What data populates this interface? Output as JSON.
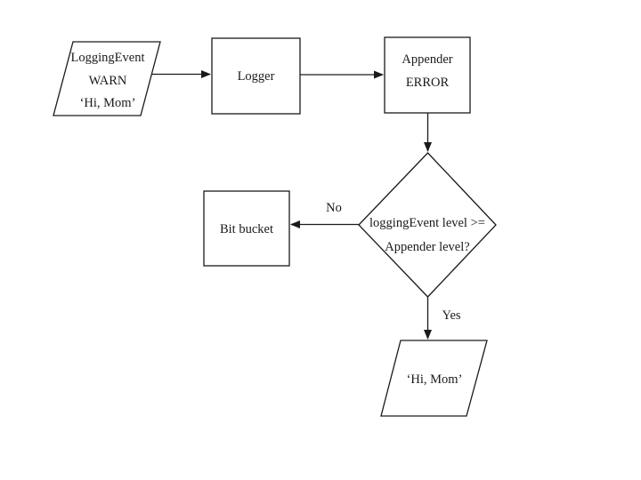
{
  "page": {
    "background_color": "#ffffff",
    "line_color": "#1a1a1a",
    "text_color": "#1a1a1a"
  },
  "nodes": {
    "logging_event": {
      "type": "parallelogram-io",
      "line1": "LoggingEvent",
      "line2": "WARN",
      "line3": "‘Hi, Mom’"
    },
    "logger": {
      "type": "process-rect",
      "label": "Logger"
    },
    "appender": {
      "type": "process-rect",
      "line1": "Appender",
      "line2": "ERROR"
    },
    "decision": {
      "type": "diamond",
      "line1": "loggingEvent level >=",
      "line2": "Appender level?"
    },
    "bit_bucket": {
      "type": "process-rect",
      "label": "Bit bucket"
    },
    "output_message": {
      "type": "parallelogram-io",
      "label": "‘Hi, Mom’"
    }
  },
  "edges": {
    "no": {
      "label": "No"
    },
    "yes": {
      "label": "Yes"
    }
  }
}
